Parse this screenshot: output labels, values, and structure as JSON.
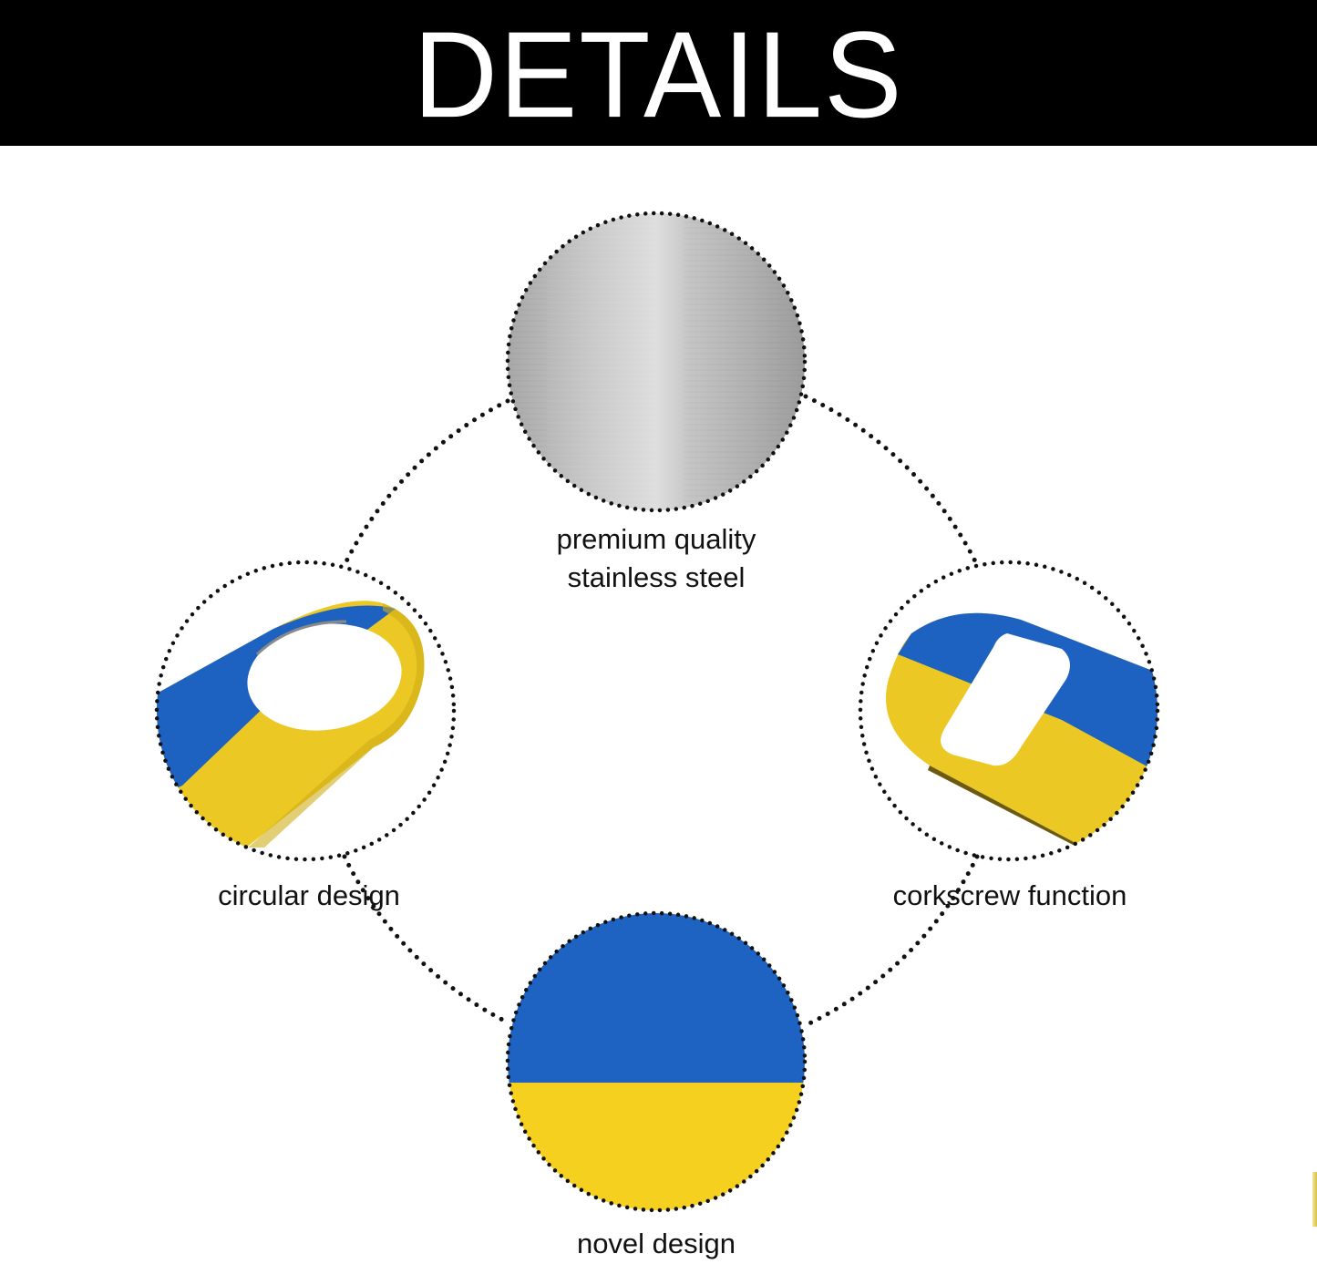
{
  "header": {
    "title": "DETAILS",
    "background": "#000000",
    "text_color": "#ffffff"
  },
  "features": [
    {
      "id": "top",
      "caption_lines": [
        "premium quality",
        "stainless steel"
      ],
      "image": "brushed-steel-swatch"
    },
    {
      "id": "left",
      "caption_lines": [
        "circular design"
      ],
      "image": "round-hole-bottle-opener-end"
    },
    {
      "id": "right",
      "caption_lines": [
        "corkscrew function"
      ],
      "image": "slot-bottle-opener-end"
    },
    {
      "id": "bottom",
      "caption_lines": [
        "novel design"
      ],
      "image": "blue-yellow-flag-disc"
    }
  ],
  "colors": {
    "flag_blue": "#1f63c2",
    "flag_yellow": "#f6d01e",
    "opener_yellow": "#eccb22",
    "steel_light": "#d9d9d9",
    "steel_dark": "#a4a4a4",
    "dots": "#111111"
  }
}
